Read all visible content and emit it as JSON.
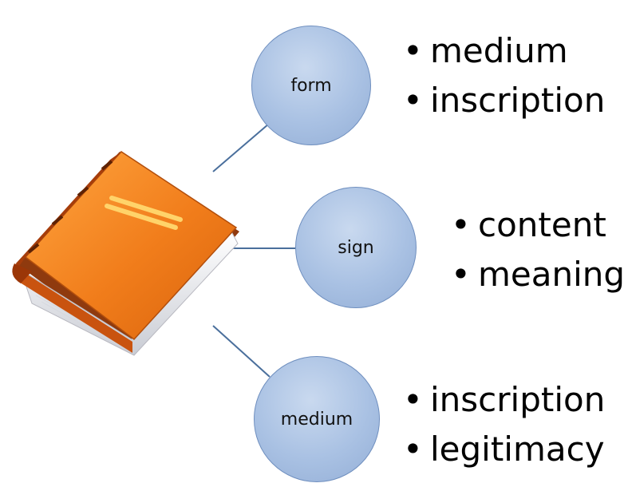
{
  "nodes": {
    "form": {
      "label": "form",
      "items": [
        "medium",
        "inscription"
      ]
    },
    "sign": {
      "label": "sign",
      "items": [
        "content",
        "meaning"
      ]
    },
    "medium": {
      "label": "medium",
      "items": [
        "inscription",
        "legitimacy"
      ]
    }
  },
  "colors": {
    "node_fill": "#a9c1e3",
    "node_border": "#6f8fbf",
    "connector": "#4a6f9c",
    "book_cover": "#f07d1a",
    "book_spine": "#a63d0b"
  },
  "icons": {
    "central": "book-icon"
  }
}
